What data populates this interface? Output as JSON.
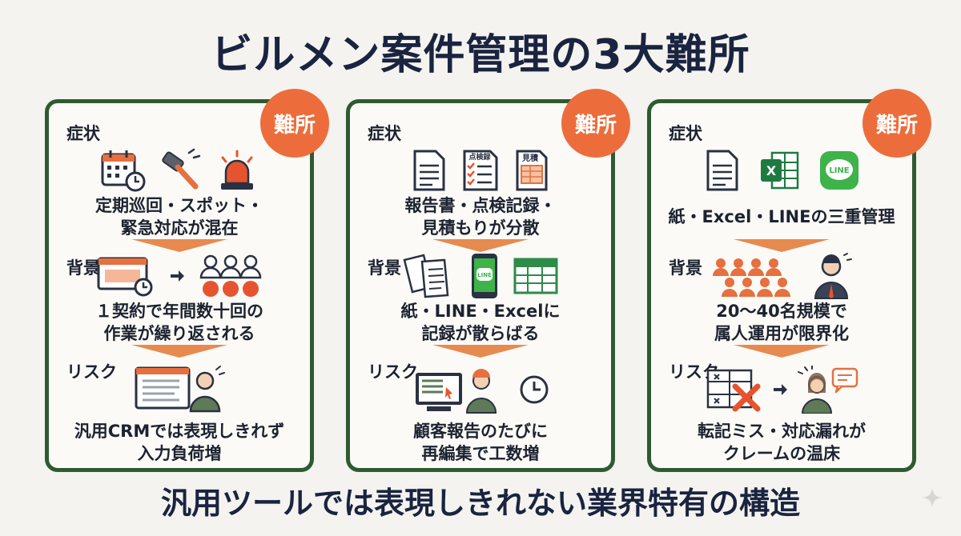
{
  "title": "ビルメン案件管理の3大難所",
  "footer": "汎用ツールでは表現しきれない業界特有の構造",
  "colors": {
    "card_border": "#2e5a32",
    "badge": "#ec6d3b",
    "arrow": "#e78a4f",
    "title": "#1a2440"
  },
  "cards": [
    {
      "badge": "難所",
      "symptom_label": "症状",
      "symptom_lines": [
        "定期巡回・スポット・",
        "緊急対応が混在"
      ],
      "background_label": "背景",
      "background_lines": [
        "１契約で年間数十回の",
        "作業が繰り返される"
      ],
      "risk_label": "リスク",
      "risk_lines": [
        "汎用CRMでは表現しきれず",
        "入力負荷増"
      ],
      "icons": [
        "calendar-clock-icon",
        "gavel-icon",
        "siren-icon",
        "schedule-screen-icon",
        "people-cycle-icon",
        "user-at-computer-icon"
      ]
    },
    {
      "badge": "難所",
      "symptom_label": "症状",
      "symptom_lines": [
        "報告書・点検記録・",
        "見積もりが分散"
      ],
      "symptom_doc_labels": [
        "点検録",
        "見積"
      ],
      "background_label": "背景",
      "background_lines": [
        "紙・LINE・Excelに",
        "記録が散らばる"
      ],
      "background_phone_label": "LINE",
      "risk_label": "リスク",
      "risk_lines": [
        "顧客報告のたびに",
        "再編集で工数増"
      ],
      "icons": [
        "document-icon",
        "checklist-icon",
        "estimate-icon",
        "papers-icon",
        "line-phone-icon",
        "spreadsheet-icon",
        "worker-at-computer-icon",
        "clock-icon"
      ]
    },
    {
      "badge": "難所",
      "symptom_label": "症状",
      "symptom_lines": [
        "紙・Excel・LINEの三重管理"
      ],
      "symptom_app_labels": [
        "X",
        "LINE"
      ],
      "background_label": "背景",
      "background_lines": [
        "20～40名規模で",
        "属人運用が限界化"
      ],
      "risk_label": "リスク",
      "risk_lines": [
        "転記ミス・対応漏れが",
        "クレームの温床"
      ],
      "icons": [
        "paper-icon",
        "excel-icon",
        "line-icon",
        "staff-group-icon",
        "manager-icon",
        "error-sheet-icon",
        "complaint-person-icon"
      ]
    }
  ]
}
